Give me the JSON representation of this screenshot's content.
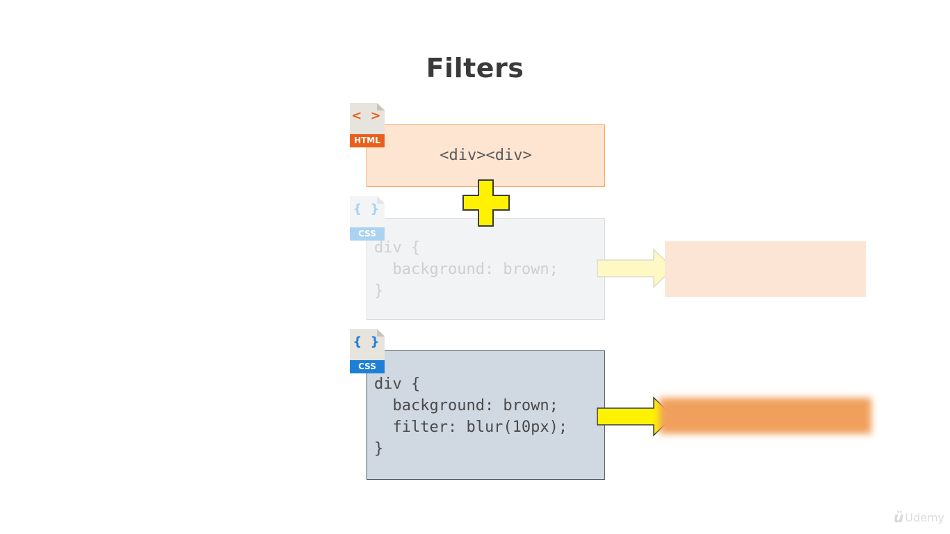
{
  "slide": {
    "title": "Filters"
  },
  "html_file": {
    "glyph": "< >",
    "tag": "HTML",
    "code": "<div><div>"
  },
  "css_file_faded": {
    "glyph": "{ }",
    "tag": "CSS",
    "code": "div {\n  background: brown;\n}"
  },
  "css_file_active": {
    "glyph": "{ }",
    "tag": "CSS",
    "code": "div {\n  background: brown;\n  filter: blur(10px);\n}"
  },
  "icons": {
    "plus": "plus-icon",
    "arrow": "arrow-right-icon"
  },
  "colors": {
    "html_accent": "#e8601c",
    "css_accent": "#1e7fd6",
    "plus_fill": "#fff200",
    "result_brown_blurred": "#f0a05c"
  },
  "watermark": {
    "text": "Udemy"
  }
}
